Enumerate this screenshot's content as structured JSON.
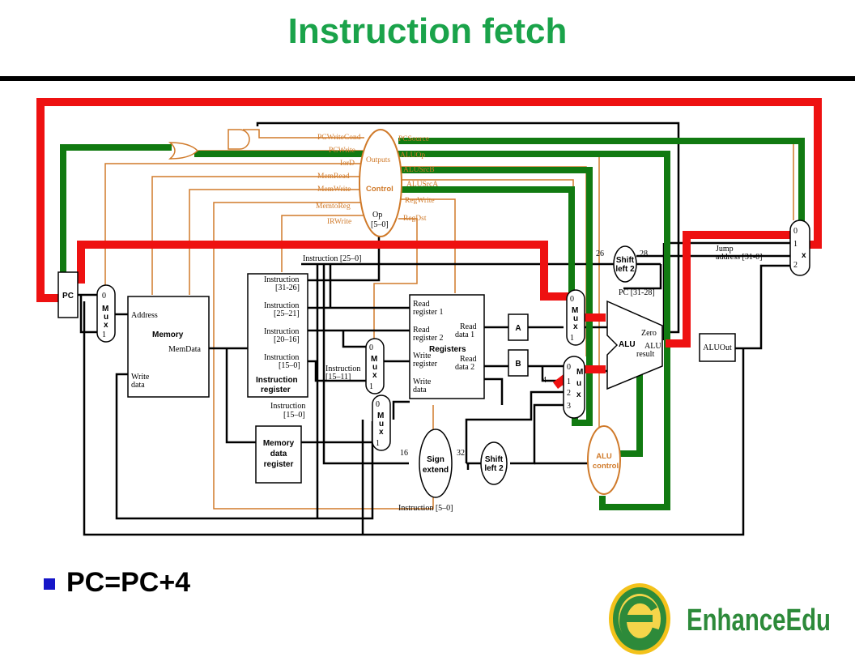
{
  "title": "Instruction fetch",
  "bullet": "PC=PC+4",
  "logo_text": "EnhanceEdu",
  "colors": {
    "title": "#1aa34a",
    "active_path": "#ee1111",
    "control_path": "#117a11",
    "control_unit": "#d07a2a"
  },
  "diagram": {
    "pc": "PC",
    "mux": "Mux",
    "mux_letters": [
      "M",
      "u",
      "x"
    ],
    "digits": [
      "0",
      "1",
      "2",
      "3"
    ],
    "memory": {
      "title": "Memory",
      "address": "Address",
      "memdata": "MemData",
      "write_data_1": "Write",
      "write_data_2": "data"
    },
    "ir": {
      "f1a": "Instruction",
      "f1b": "[31-26]",
      "f2a": "Instruction",
      "f2b": "[25–21]",
      "f3a": "Instruction",
      "f3b": "[20–16]",
      "f4a": "Instruction",
      "f4b": "[15–0]",
      "title1": "Instruction",
      "title2": "register"
    },
    "mdr": [
      "Memory",
      "data",
      "register"
    ],
    "regs": {
      "rr1a": "Read",
      "rr1b": "register 1",
      "rr2a": "Read",
      "rr2b": "register 2",
      "title": "Registers",
      "wra": "Write",
      "wrb": "register",
      "wda": "Write",
      "wdb": "data",
      "rd1a": "Read",
      "rd1b": "data 1",
      "rd2a": "Read",
      "rd2b": "data 2"
    },
    "a": "A",
    "b": "B",
    "alu": {
      "label": "ALU",
      "zero": "Zero",
      "result1": "ALU",
      "result2": "result"
    },
    "aluout": "ALUOut",
    "alu_control": [
      "ALU",
      "control"
    ],
    "sign_extend": [
      "Sign",
      "extend"
    ],
    "shift_left": [
      "Shift",
      "left 2"
    ],
    "control": {
      "outputs": "Outputs",
      "title": "Control",
      "op1": "Op",
      "op2": "[5–0]"
    },
    "control_signals_left": [
      "PCWriteCond",
      "PCWrite",
      "IorD",
      "MemRead",
      "MemWrite",
      "MemtoReg",
      "IRWrite"
    ],
    "control_signals_right": [
      "PCSource",
      "ALUOp",
      "ALUSrcB",
      "ALUSrcA",
      "RegWrite",
      "RegDst"
    ],
    "labels": {
      "instr_25_0": "Instruction [25–0]",
      "instr_15_11a": "Instruction",
      "instr_15_11b": "[15–11]",
      "instr_15_0a": "Instruction",
      "instr_15_0b": "[15–0]",
      "instr_5_0": "Instruction [5–0]",
      "bits26": "26",
      "bits28": "28",
      "bits16": "16",
      "bits32": "32",
      "four": "4",
      "pc_31_28": "PC [31-28]",
      "jump1": "Jump",
      "jump2": "address [31-0]"
    }
  }
}
